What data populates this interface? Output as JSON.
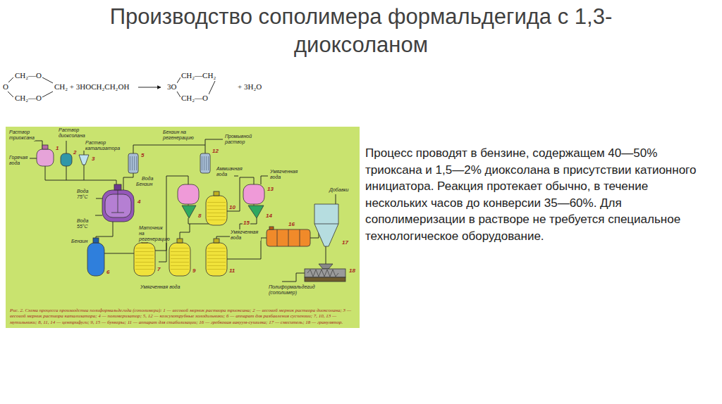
{
  "diagram": {
    "title": "Производство сополимера формальдегида с 1,3-диоксоланом",
    "nodes": [
      {
        "text": [
          "Рис. 2. Схема процесса производства полиформальдегида (сополимера): 1 — весовой мерник раствора триоксана; 2 — весовой мерник раствора диоксолана; 3 — весовой мерник раствора катализатора; 4 — полимеризатор; 5, 12 — кожухотрубные холодильники; 6 — аппарат для разбавления суспензии; 7, 10, 13 — мутильники; 8, 11, 14 — центрифуги; 9, 15 — бункеры; 11 — аппарат для стабилизации; 16 — гребковая вакуум-сушилка; 17 — смеситель; 18 — гранулятор."
        ]
      }
    ],
    "labels": [
      "CH₂—O",
      "O",
      "CH₂—O",
      "CH₂ + 3HOCH₂CH₂OH",
      "3O",
      "CH₂—CH₂",
      "CH₂—O",
      "+ 3H₂O",
      "Раствор триоксана",
      "Раствор диоксолана",
      "Раствор катализатора",
      "Горячая вода",
      "Вода 55°C",
      "Бензин на регенерацию",
      "Промывной раствор",
      "Вода 75°C",
      "Бензин",
      "Маточник на регенерацию",
      "Аммиачная вода",
      "Умягченная вода",
      "Вода 55°C",
      "Умягченная вода",
      "Бензин",
      "Умягченная вода",
      "Добавки",
      "Полиформальдегид (сополимер)",
      "1",
      "2",
      "3",
      "4",
      "5",
      "6",
      "7",
      "8",
      "9",
      "10",
      "11",
      "12",
      "13",
      "14",
      "15",
      "16",
      "17",
      "18",
      "Процесс проводят в бензине, содержащем 40—50% триоксана и 1,5—2% диоксолана в присутствии катионного инициатора. Реакция протекает обычно, в течение нескольких часов до конверсии 35—60%. Для сополимеризации в растворе не требуется специальное технологическое оборудование."
    ]
  }
}
